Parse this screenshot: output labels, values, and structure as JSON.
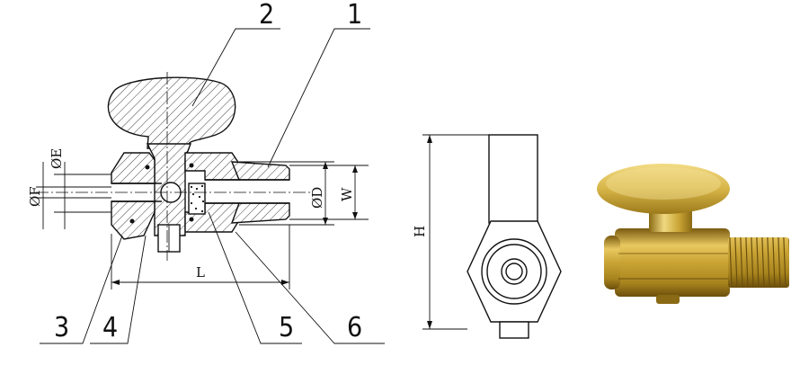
{
  "callouts": {
    "c1": "1",
    "c2": "2",
    "c3": "3",
    "c4": "4",
    "c5": "5",
    "c6": "6"
  },
  "dims": {
    "E": "ØE",
    "F": "ØF",
    "D": "ØD",
    "W": "W",
    "L": "L",
    "H": "H"
  },
  "colors": {
    "line": "#111111",
    "brass": "#c9a435",
    "brass_dark": "#8a6a14",
    "brass_light": "#f0d980"
  }
}
